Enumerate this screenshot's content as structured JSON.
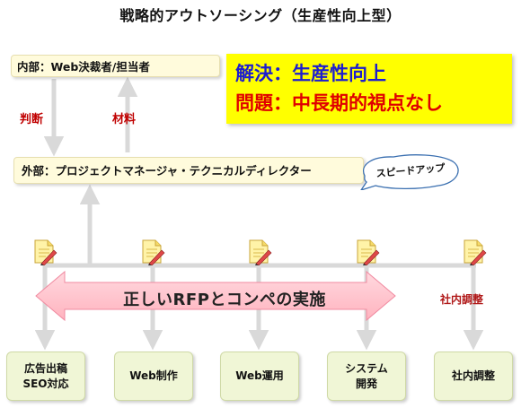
{
  "title": "戦略的アウトソーシング（生産性向上型）",
  "internal_box": "内部：Web決裁者/担当者",
  "highlight": {
    "solution": "解決：生産性向上",
    "problem": "問題：中長期的視点なし",
    "solution_color": "#1d1dcf",
    "problem_color": "#e00000",
    "background": "#ffff00"
  },
  "arrow_labels": {
    "judgment": "判断",
    "material": "材料"
  },
  "external_box": "外部：プロジェクトマネージャ・テクニカルディレクター",
  "speed_bubble": "スピードアップ",
  "banner": "正しいRFPとコンペの実施",
  "side_label": "社内調整",
  "document_icons": [
    "pencil-document-icon",
    "pencil-document-icon",
    "pencil-document-icon",
    "pencil-document-icon",
    "pencil-document-icon"
  ],
  "bottom_boxes": [
    "広告出稿\nSEO対応",
    "Web制作",
    "Web運用",
    "システム\n開発",
    "社内調整"
  ]
}
